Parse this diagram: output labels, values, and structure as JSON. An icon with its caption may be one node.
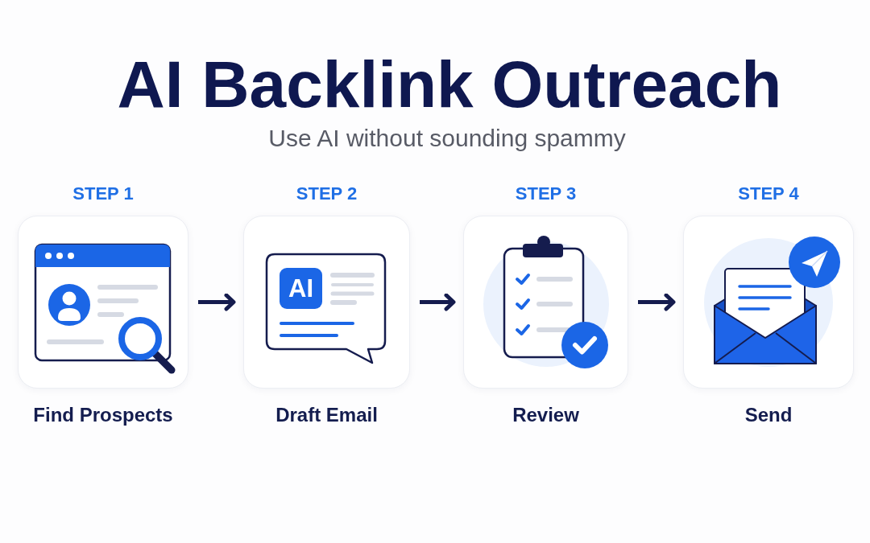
{
  "diagram": {
    "title": "AI Backlink Outreach",
    "nodes": [
      {
        "text": [
          "STEP 1",
          "Find Prospects"
        ]
      },
      {
        "text": [
          "STEP 2",
          "AI",
          "Draft Email"
        ]
      },
      {
        "text": [
          "STEP 3",
          "Review"
        ]
      },
      {
        "text": [
          "STEP 4",
          "Send"
        ]
      }
    ],
    "edges": [
      {
        "from": 0,
        "to": 1,
        "arrow": "to"
      },
      {
        "from": 1,
        "to": 2,
        "arrow": "to"
      },
      {
        "from": 2,
        "to": 3,
        "arrow": "to"
      }
    ],
    "labels": [
      "Use AI without sounding spammy"
    ]
  }
}
